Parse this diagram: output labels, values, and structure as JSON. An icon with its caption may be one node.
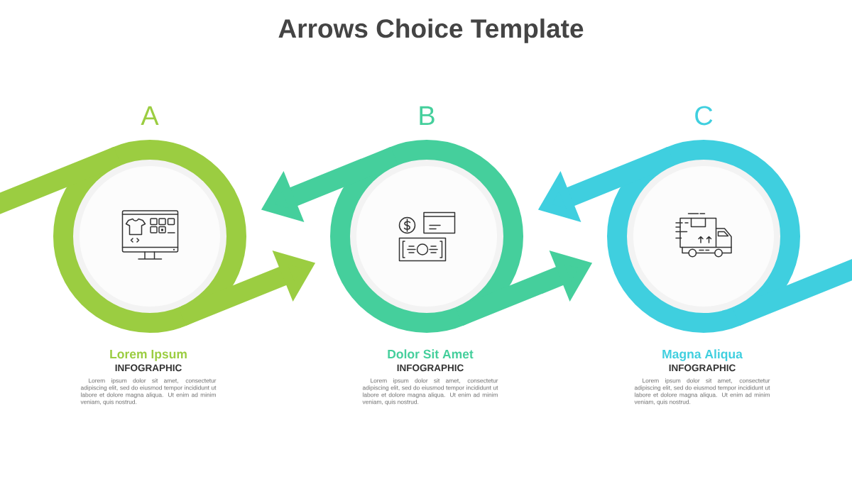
{
  "diagram": {
    "title": "Arrows Choice Template",
    "nodes": [
      {
        "text": [
          "A"
        ],
        "beside": [
          "Lorem Ipsum",
          "INFOGRAPHIC",
          "Lorem ipsum dolor sit amet, consectetur adipiscing elit, sed do eiusmod tempor incididunt ut labore et dolore magna aliqua. Ut enim ad minim veniam, quis nostrud."
        ]
      },
      {
        "text": [
          "B"
        ],
        "beside": [
          "Dolor Sit Amet",
          "INFOGRAPHIC",
          "Lorem ipsum dolor sit amet, consectetur adipiscing elit, sed do eiusmod tempor incididunt ut labore et dolore magna aliqua. Ut enim ad minim veniam, quis nostrud."
        ]
      },
      {
        "text": [
          "C"
        ],
        "beside": [
          "Magna Aliqua",
          "INFOGRAPHIC",
          "Lorem ipsum dolor sit amet, consectetur adipiscing elit, sed do eiusmod tempor incididunt ut labore et dolore magna aliqua. Ut enim ad minim veniam, quis nostrud."
        ]
      }
    ],
    "edges": [
      {
        "from": null,
        "to": 0,
        "arrow": "none",
        "color": "#9bcd41"
      },
      {
        "from": 0,
        "to": 1,
        "arrow": "to",
        "color": "#9bcd41"
      },
      {
        "from": 1,
        "to": 0,
        "arrow": "to",
        "color": "#45cf9c"
      },
      {
        "from": 1,
        "to": 2,
        "arrow": "to",
        "color": "#45cf9c"
      },
      {
        "from": 2,
        "to": 1,
        "arrow": "to",
        "color": "#3fcfdf"
      },
      {
        "from": 2,
        "to": null,
        "arrow": "none",
        "color": "#3fcfdf"
      }
    ]
  }
}
